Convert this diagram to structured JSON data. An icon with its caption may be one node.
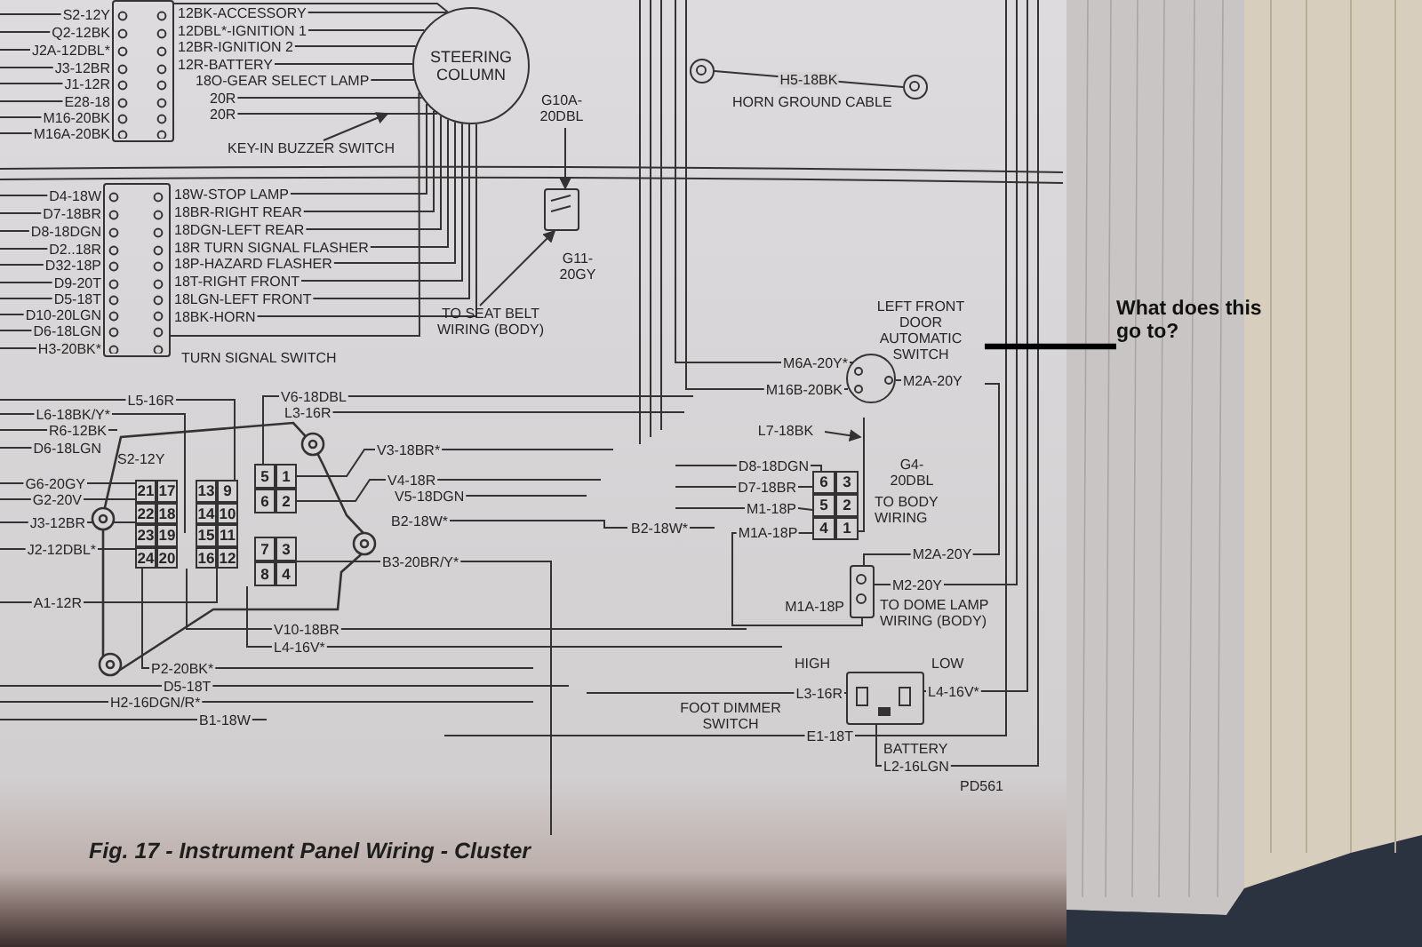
{
  "diagram": {
    "caption": "Fig. 17 - Instrument Panel Wiring - Cluster",
    "nodes": [
      {
        "text": [],
        "shape": "box"
      },
      {
        "text": [
          "STEERING COLUMN"
        ]
      },
      {
        "text": [
          "G10A- 20DBL"
        ]
      },
      {
        "text": [],
        "shape": "box"
      },
      {
        "text": [],
        "shape": "circle"
      },
      {
        "text": [],
        "shape": "circle"
      },
      {
        "text": [],
        "shape": "box",
        "beside": [
          "TURN SIGNAL SWITCH"
        ]
      },
      {
        "text": [
          "KEY-IN BUZZER SWITCH"
        ]
      },
      {
        "text": [
          "TO SEAT BELT WIRING (BODY)"
        ]
      },
      {
        "text": [
          "LEFT FRONT DOOR AUTOMATIC SWITCH"
        ]
      },
      {
        "text": [
          "What does this go to?"
        ]
      },
      {
        "text": [
          "L7-18BK"
        ]
      },
      {
        "text": [
          "6",
          "3",
          "5",
          "2",
          "4",
          "1"
        ],
        "beside": [
          "TO BODY WIRING"
        ]
      },
      {
        "text": [
          "21",
          "17",
          "22",
          "18",
          "23",
          "19",
          "24",
          "20"
        ]
      },
      {
        "text": [
          "13",
          "9",
          "14",
          "10",
          "15",
          "11",
          "16",
          "12"
        ]
      },
      {
        "text": [
          "5",
          "1",
          "6",
          "2"
        ]
      },
      {
        "text": [
          "7",
          "3",
          "8",
          "4"
        ]
      },
      {
        "text": [],
        "shape": "box",
        "beside": [
          "TO DOME LAMP WIRING (BODY)"
        ]
      },
      {
        "text": [],
        "shape": "box",
        "beside": [
          "HIGH",
          "LOW",
          "FOOT DIMMER SWITCH"
        ]
      }
    ],
    "edges": [
      {
        "from": 0,
        "to": 1,
        "arrow": "none"
      },
      {
        "from": 6,
        "to": 1,
        "arrow": "none"
      },
      {
        "from": 8,
        "to": 3,
        "arrow": "to"
      },
      {
        "from": 2,
        "to": 3,
        "arrow": "to"
      },
      {
        "from": 4,
        "to": 5,
        "arrow": "none",
        "label": "H5-18BK"
      },
      {
        "from": 7,
        "to": null,
        "arrow": "to"
      },
      {
        "from": 10,
        "to": 9,
        "arrow": "none",
        "style": "thick",
        "color": "#000000"
      },
      {
        "from": 11,
        "to": null,
        "arrow": "to"
      },
      {
        "from": 9,
        "to": 17,
        "arrow": "none",
        "label": "M2A-20Y"
      },
      {
        "from": 12,
        "to": 17,
        "arrow": "none",
        "label": "M1A-18P"
      }
    ],
    "labels": [
      "S2-12Y",
      "Q2-12BK",
      "J2A-12DBL*",
      "J3-12BR",
      "J1-12R",
      "E28-18",
      "M16-20BK",
      "M16A-20BK",
      "12BK-ACCESSORY",
      "12DBL*-IGNITION 1",
      "12BR-IGNITION 2",
      "12R-BATTERY",
      "18O-GEAR SELECT LAMP",
      "20R",
      "20R",
      "D4-18W",
      "D7-18BR",
      "D8-18DGN",
      "D2..18R",
      "D32-18P",
      "D9-20T",
      "D5-18T",
      "D10-20LGN",
      "D6-18LGN",
      "H3-20BK*",
      "18W-STOP LAMP",
      "18BR-RIGHT REAR",
      "18DGN-LEFT REAR",
      "18R TURN SIGNAL FLASHER",
      "18P-HAZARD FLASHER",
      "18T-RIGHT FRONT",
      "18LGN-LEFT FRONT",
      "18BK-HORN",
      "G11- 20GY",
      "HORN GROUND CABLE",
      "L5-16R",
      "L6-18BK/Y*",
      "R6-12BK",
      "D6-18LGN",
      "S2-12Y",
      "G6-20GY",
      "G2-20V",
      "J3-12BR",
      "J2-12DBL*",
      "A1-12R",
      "V6-18DBL",
      "L3-16R",
      "V3-18BR*",
      "V4-18R",
      "V5-18DGN",
      "B2-18W*",
      "B3-20BR/Y*",
      "V10-18BR",
      "L4-16V*",
      "P2-20BK*",
      "D5-18T",
      "H2-16DGN/R*",
      "B1-18W",
      "B2-18W*",
      "M6A-20Y*",
      "M16B-20BK",
      "M2A-20Y",
      "G4- 20DBL",
      "D8-18DGN",
      "D7-18BR",
      "M1-18P",
      "M2-20Y",
      "M1A-18P",
      "L3-16R",
      "L4-16V*",
      "E1-18T",
      "BATTERY",
      "L2-16LGN",
      "PD561"
    ]
  }
}
